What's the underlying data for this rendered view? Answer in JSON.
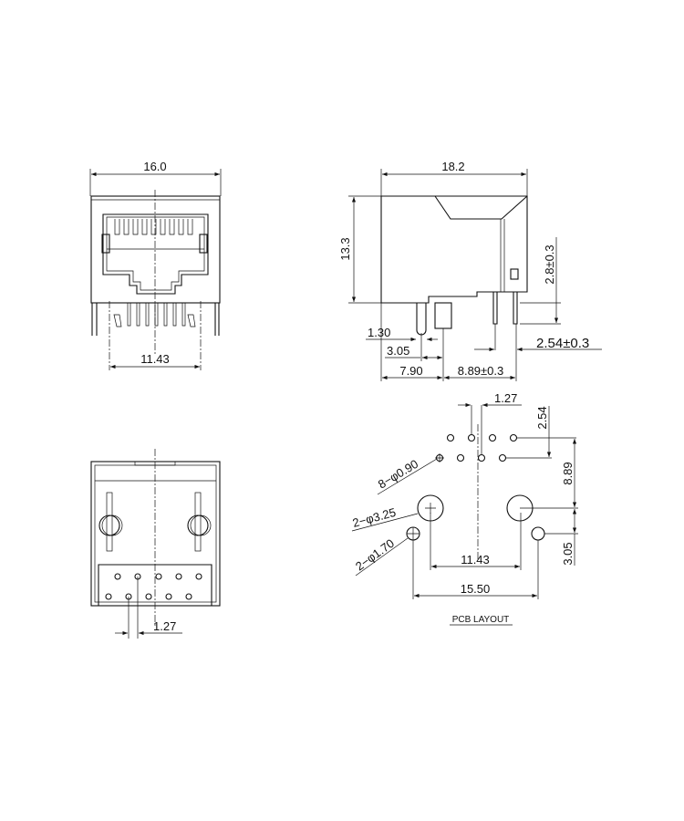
{
  "front_view": {
    "width_dim": "16.0",
    "pin_span_dim": "11.43"
  },
  "side_view": {
    "depth_dim": "18.2",
    "height_dim": "13.3",
    "pin_length_dim": "2.8±0.3",
    "peg_dim": "1.30",
    "peg_offset_dim": "3.05",
    "post_offset_dim": "7.90",
    "pin_offset_dim": "8.89±0.3",
    "pin_pitch_dim": "2.54±0.3"
  },
  "back_view": {
    "pin_pitch_dim": "1.27"
  },
  "pcb_layout": {
    "title": "PCB LAYOUT",
    "pitch_dim": "1.27",
    "row_dim": "2.54",
    "row_to_post_dim": "8.89",
    "post_to_peg_dim": "3.05",
    "post_span_dim": "11.43",
    "peg_span_dim": "15.50",
    "small_hole_callout": "8−φ0.90",
    "post_hole_callout": "2−φ3.25",
    "peg_hole_callout": "2−φ1.70"
  }
}
